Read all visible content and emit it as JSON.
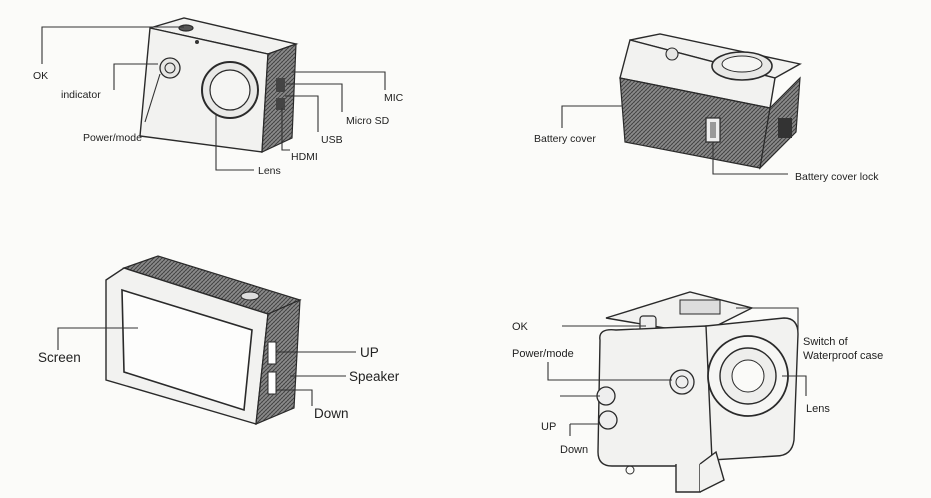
{
  "panel1": {
    "ok": "OK",
    "indicator": "indicator",
    "power_mode": "Power/mode",
    "lens": "Lens",
    "hdmi": "HDMI",
    "usb": "USB",
    "micro_sd": "Micro SD",
    "mic": "MIC"
  },
  "panel2": {
    "battery_cover": "Battery cover",
    "battery_cover_lock": "Battery cover lock"
  },
  "panel3": {
    "screen": "Screen",
    "up": "UP",
    "speaker": "Speaker",
    "down": "Down"
  },
  "panel4": {
    "ok": "OK",
    "power_mode": "Power/mode",
    "up": "UP",
    "down": "Down",
    "switch_line1": "Switch of",
    "switch_line2": "Waterproof case",
    "lens": "Lens"
  },
  "colors": {
    "line": "#333333",
    "background": "#fbfbf9"
  }
}
